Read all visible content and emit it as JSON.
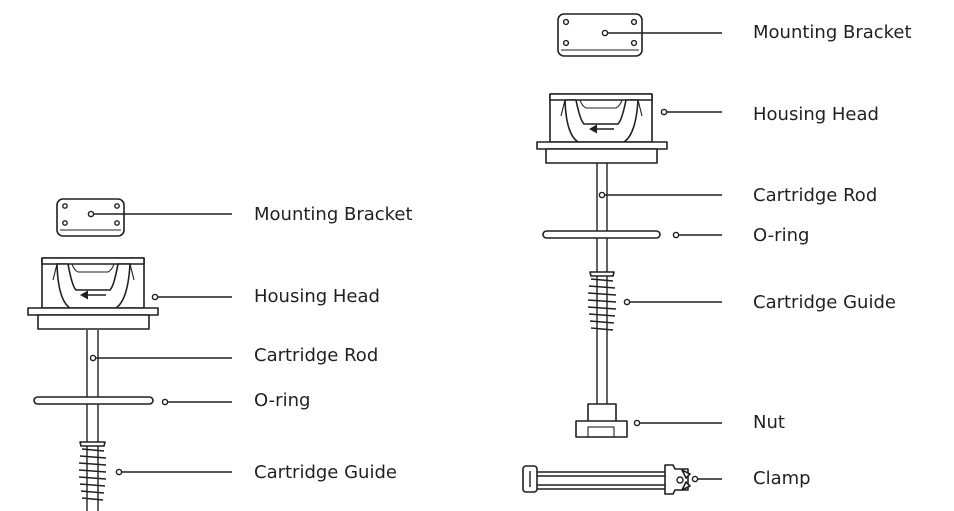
{
  "left_assembly": {
    "labels": [
      "Mounting Bracket",
      "Housing Head",
      "Cartridge Rod",
      "O-ring",
      "Cartridge Guide"
    ]
  },
  "right_assembly": {
    "labels": [
      "Mounting Bracket",
      "Housing Head",
      "Cartridge Rod",
      "O-ring",
      "Cartridge Guide",
      "Nut",
      "Clamp"
    ]
  },
  "colors": {
    "ink": "#231f20",
    "background": "#ffffff"
  }
}
